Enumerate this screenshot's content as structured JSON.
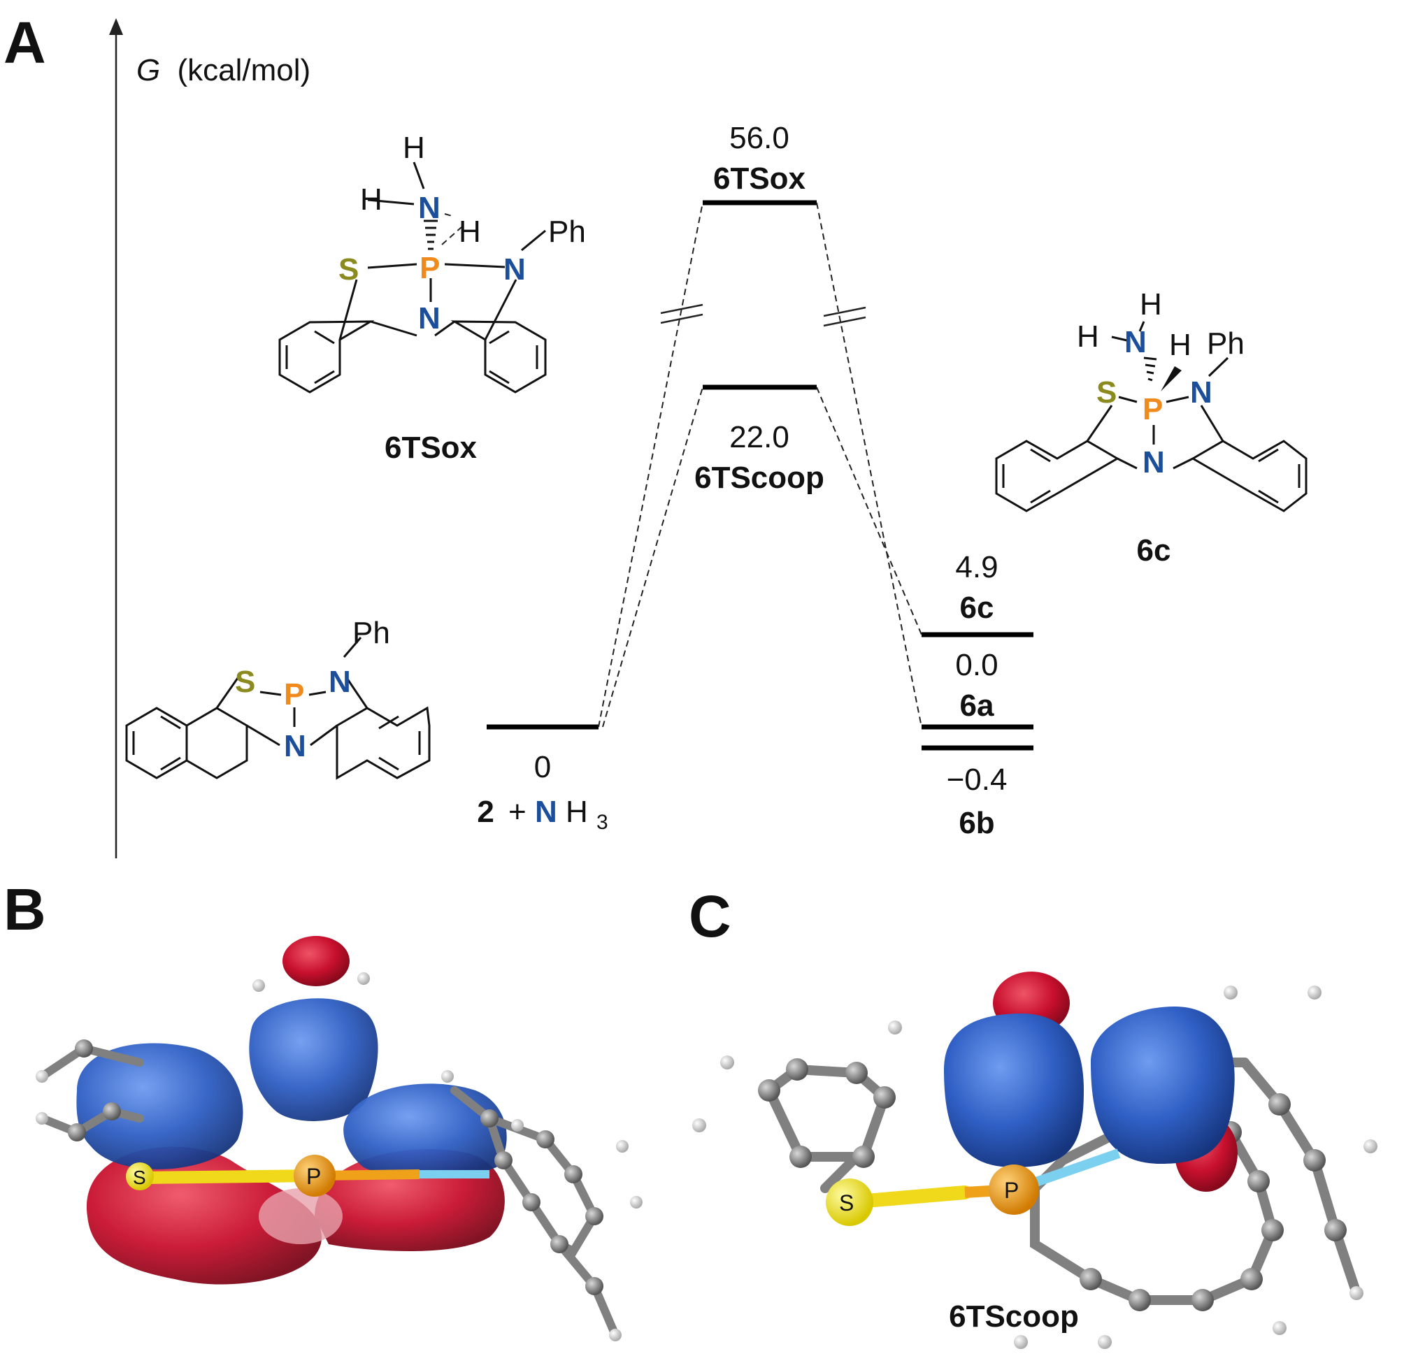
{
  "panels": {
    "a": "A",
    "b": "B",
    "c": "C"
  },
  "axis": {
    "label_symbol": "G",
    "label_unit": "(kcal/mol)"
  },
  "levels": {
    "start": {
      "value": "0",
      "name_num": "2",
      "name_plus": "+",
      "name_N": "N",
      "name_H": "H",
      "name_sub": "3"
    },
    "ts_ox": {
      "value": "56.0",
      "name": "6TSox"
    },
    "ts_coop": {
      "value": "22.0",
      "name": "6TScoop"
    },
    "p_6c": {
      "value": "4.9",
      "name": "6c"
    },
    "p_6a": {
      "value": "0.0",
      "name": "6a"
    },
    "p_6b": {
      "value": "−0.4",
      "name": "6b"
    }
  },
  "structures": {
    "s6TSox": {
      "caption": "6TSox"
    },
    "s6c": {
      "caption": "6c"
    },
    "s2": {
      "caption": ""
    }
  },
  "atoms": {
    "S": "S",
    "P": "P",
    "N": "N",
    "H": "H",
    "Ph": "Ph"
  },
  "panel_c_caption": "6TScoop",
  "colors": {
    "N": "#1b4f9c",
    "P": "#f08a1c",
    "S": "#8a8a1e",
    "lobe_pos": "#2f63c8",
    "lobe_neg": "#c8102e",
    "carbon": "#7a7a7a",
    "sulfur": "#f2e21a"
  }
}
